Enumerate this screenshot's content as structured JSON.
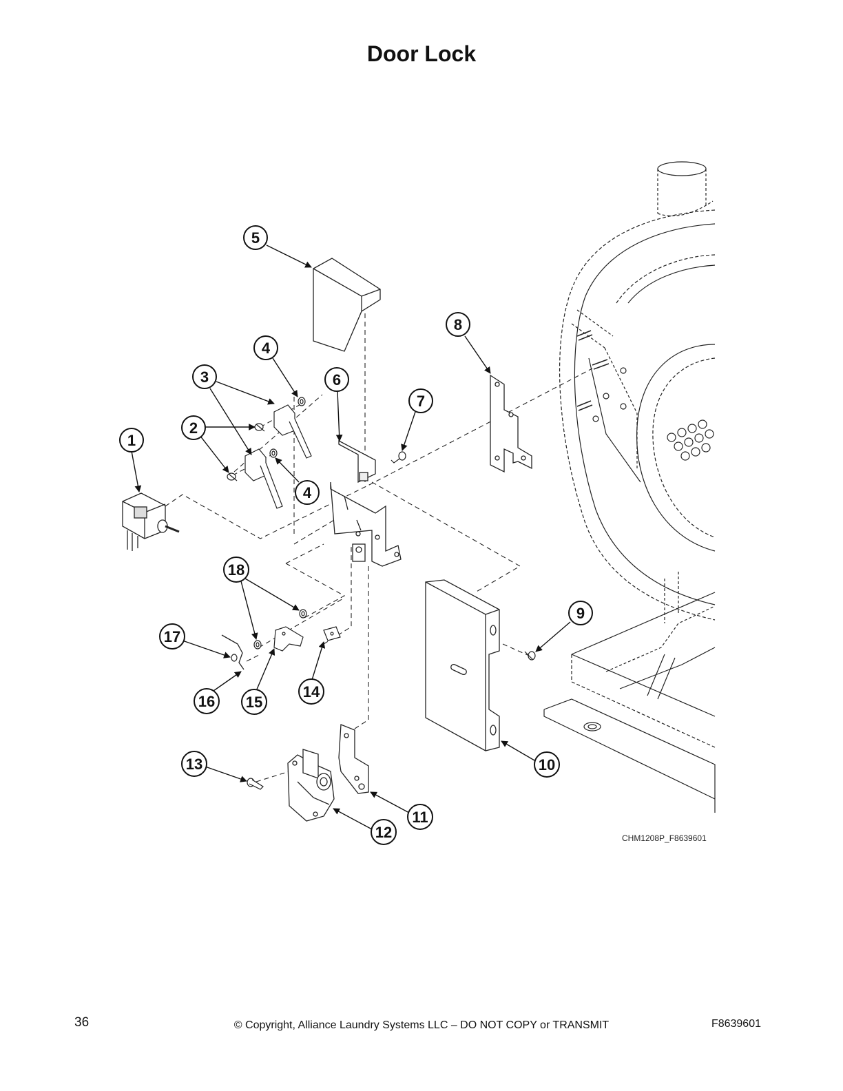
{
  "page": {
    "title": "Door Lock",
    "figure_code": "CHM1208P_F8639601",
    "footer": {
      "page_number": "36",
      "copyright": "© Copyright, Alliance Laundry Systems LLC – DO NOT COPY or TRANSMIT",
      "doc_code": "F8639601"
    }
  },
  "callouts": [
    "1",
    "2",
    "3",
    "4",
    "5",
    "6",
    "7",
    "8",
    "9",
    "10",
    "11",
    "12",
    "13",
    "14",
    "15",
    "16",
    "17",
    "18"
  ]
}
